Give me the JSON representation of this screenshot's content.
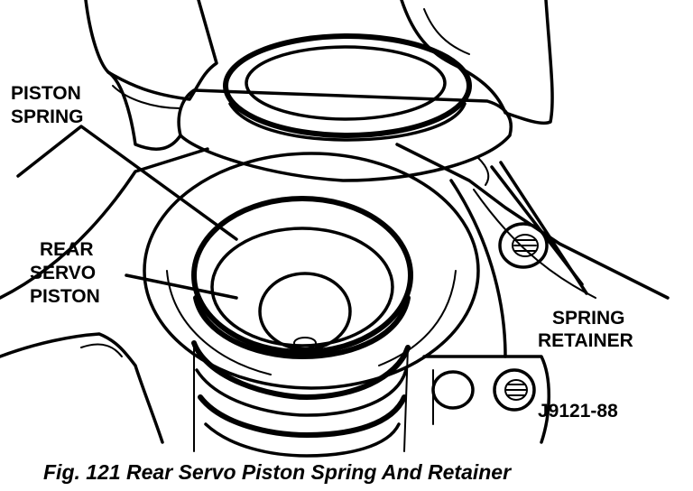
{
  "labels": {
    "piston_spring": [
      "PISTON",
      "SPRING"
    ],
    "rear_servo_piston": [
      "REAR",
      "SERVO",
      "PISTON"
    ],
    "spring_retainer": [
      "SPRING",
      "RETAINER"
    ],
    "figure_code": "J9121-88"
  },
  "caption": "Fig. 121 Rear Servo Piston Spring And Retainer",
  "colors": {
    "ink": "#000000",
    "background": "#ffffff"
  }
}
